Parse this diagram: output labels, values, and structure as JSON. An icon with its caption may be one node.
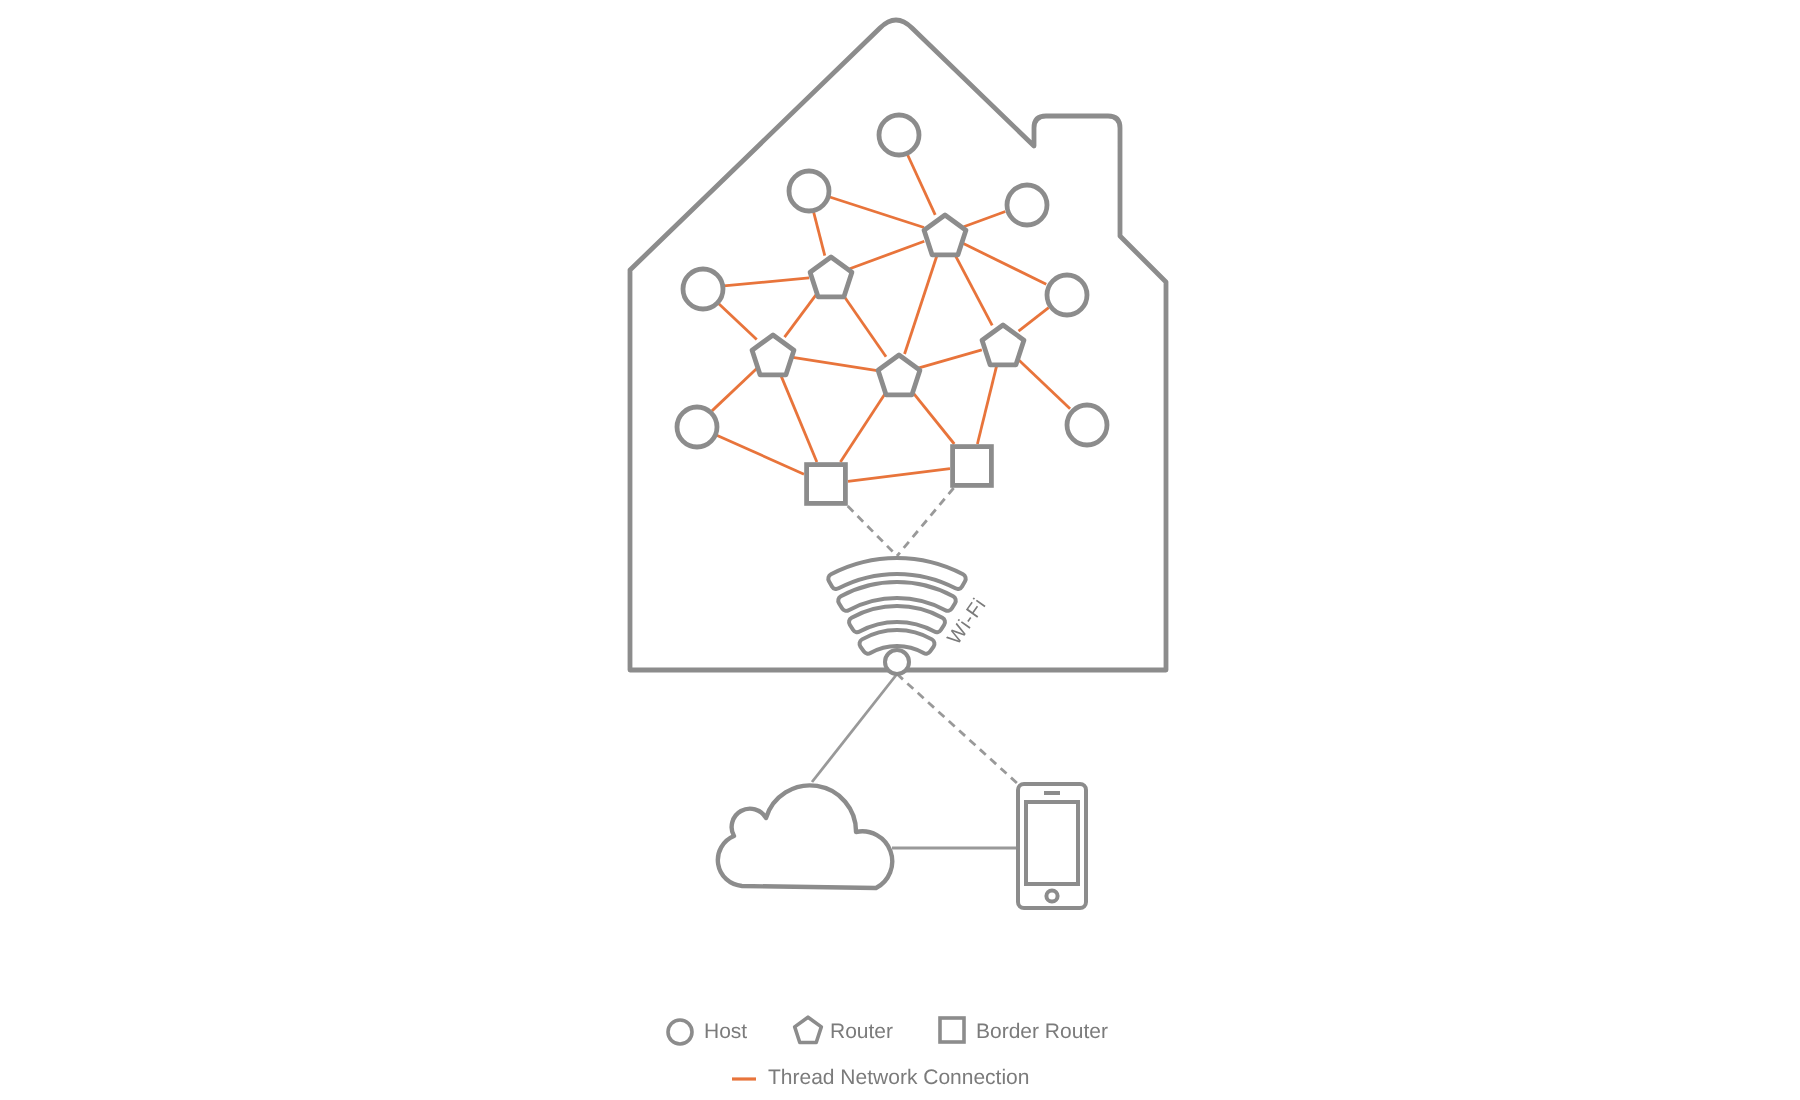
{
  "diagram": {
    "nodes": [
      {
        "text": [],
        "shape": "house"
      },
      {
        "text": [],
        "shape": "circle",
        "in": 0
      },
      {
        "text": [],
        "shape": "circle",
        "in": 0
      },
      {
        "text": [],
        "shape": "circle",
        "in": 0
      },
      {
        "text": [],
        "shape": "circle",
        "in": 0
      },
      {
        "text": [],
        "shape": "circle",
        "in": 0
      },
      {
        "text": [],
        "shape": "circle",
        "in": 0
      },
      {
        "text": [],
        "shape": "circle",
        "in": 0
      },
      {
        "text": [],
        "shape": "pentagon",
        "in": 0
      },
      {
        "text": [],
        "shape": "pentagon",
        "in": 0
      },
      {
        "text": [],
        "shape": "pentagon",
        "in": 0
      },
      {
        "text": [],
        "shape": "pentagon",
        "in": 0
      },
      {
        "text": [],
        "shape": "pentagon",
        "in": 0
      },
      {
        "text": [],
        "shape": "square",
        "in": 0
      },
      {
        "text": [],
        "shape": "square",
        "in": 0
      },
      {
        "text": [
          "Wi-Fi"
        ],
        "in": 0
      },
      {
        "text": [],
        "shape": "cloud"
      },
      {
        "text": [],
        "shape": "phone"
      }
    ],
    "edges": [
      {
        "from": 1,
        "to": 8,
        "arrow": "none"
      },
      {
        "from": 2,
        "to": 8,
        "arrow": "none"
      },
      {
        "from": 3,
        "to": 8,
        "arrow": "none"
      },
      {
        "from": 2,
        "to": 9,
        "arrow": "none"
      },
      {
        "from": 9,
        "to": 8,
        "arrow": "none"
      },
      {
        "from": 4,
        "to": 9,
        "arrow": "none"
      },
      {
        "from": 8,
        "to": 5,
        "arrow": "none"
      },
      {
        "from": 8,
        "to": 11,
        "arrow": "none"
      },
      {
        "from": 8,
        "to": 12,
        "arrow": "none"
      },
      {
        "from": 9,
        "to": 10,
        "arrow": "none"
      },
      {
        "from": 9,
        "to": 11,
        "arrow": "none"
      },
      {
        "from": 4,
        "to": 10,
        "arrow": "none"
      },
      {
        "from": 10,
        "to": 11,
        "arrow": "none"
      },
      {
        "from": 10,
        "to": 6,
        "arrow": "none"
      },
      {
        "from": 10,
        "to": 13,
        "arrow": "none"
      },
      {
        "from": 6,
        "to": 13,
        "arrow": "none"
      },
      {
        "from": 11,
        "to": 13,
        "arrow": "none"
      },
      {
        "from": 11,
        "to": 12,
        "arrow": "none"
      },
      {
        "from": 11,
        "to": 14,
        "arrow": "none"
      },
      {
        "from": 12,
        "to": 14,
        "arrow": "none"
      },
      {
        "from": 12,
        "to": 5,
        "arrow": "none"
      },
      {
        "from": 12,
        "to": 7,
        "arrow": "none"
      },
      {
        "from": 13,
        "to": 14,
        "arrow": "none"
      },
      {
        "from": 13,
        "to": 15,
        "arrow": "none",
        "style": "dashed",
        "color": "#999999"
      },
      {
        "from": 14,
        "to": 15,
        "arrow": "none",
        "style": "dashed",
        "color": "#999999"
      },
      {
        "from": 15,
        "to": 16,
        "arrow": "none",
        "color": "#999999"
      },
      {
        "from": 15,
        "to": 17,
        "arrow": "none",
        "style": "dashed",
        "color": "#999999"
      },
      {
        "from": 16,
        "to": 17,
        "arrow": "none",
        "color": "#999999"
      }
    ],
    "legend": [
      {
        "text": "Host"
      },
      {
        "text": "Router"
      },
      {
        "text": "Border Router"
      },
      {
        "text": "Thread Network Connection"
      }
    ]
  }
}
